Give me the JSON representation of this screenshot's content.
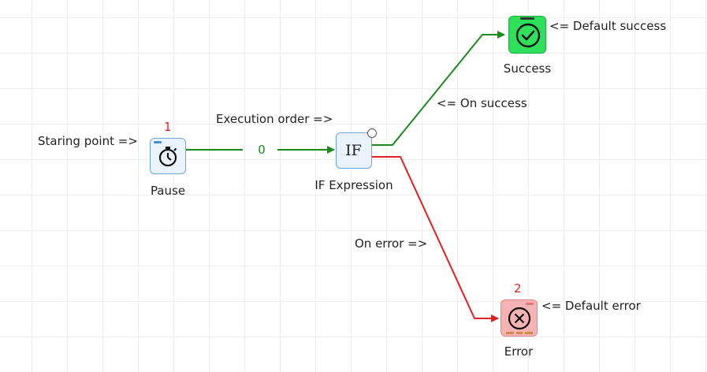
{
  "labels": {
    "start": "Staring point =>",
    "exec_order": "Execution order =>",
    "on_success": "<= On success",
    "on_error": "On error =>",
    "default_success": "<= Default success",
    "default_error": "<= Default error",
    "order_value": "0"
  },
  "nodes": {
    "pause": {
      "name": "Pause",
      "number": "1",
      "icon": "stopwatch-icon"
    },
    "if_expr": {
      "name": "IF Expression",
      "glyph": "IF"
    },
    "success": {
      "name": "Success",
      "icon": "check-circle-icon"
    },
    "error": {
      "name": "Error",
      "number": "2",
      "icon": "x-circle-icon"
    }
  },
  "colors": {
    "success_wire": "#1a8a1a",
    "error_wire": "#e02020",
    "success_fill": "#2fe05a",
    "error_fill": "#f5b3b3",
    "node_fill": "#eaf3fc",
    "node_border": "#6aa6dc"
  }
}
